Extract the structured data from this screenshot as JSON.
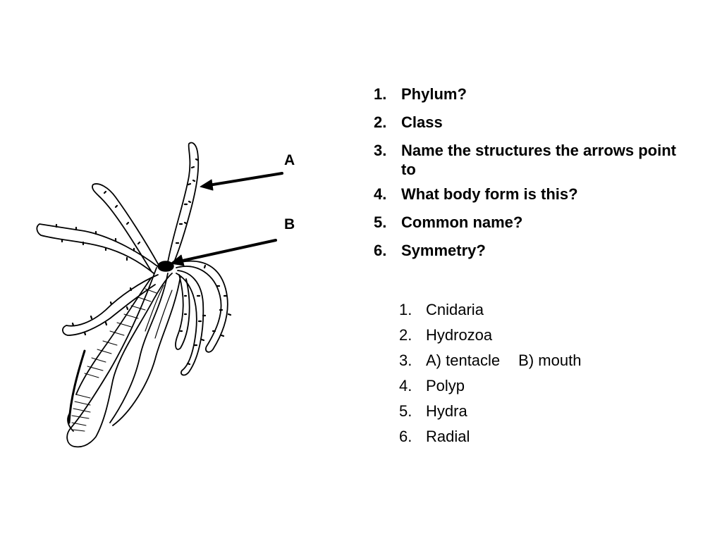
{
  "diagram": {
    "labels": {
      "a": "A",
      "b": "B"
    }
  },
  "questions": [
    {
      "num": "1.",
      "text": "Phylum?"
    },
    {
      "num": "2.",
      "text": "Class"
    },
    {
      "num": "3.",
      "text": "Name the structures the arrows point to"
    },
    {
      "num": "4.",
      "text": "What body form is this?"
    },
    {
      "num": "5.",
      "text": "Common name?"
    },
    {
      "num": "6.",
      "text": "Symmetry?"
    }
  ],
  "answers": [
    {
      "num": "1.",
      "text": "Cnidaria"
    },
    {
      "num": "2.",
      "text": "Hydrozoa"
    },
    {
      "num": "3.",
      "text": "A) tentacle",
      "text2": "B) mouth"
    },
    {
      "num": "4.",
      "text": "Polyp"
    },
    {
      "num": "5.",
      "text": "Hydra"
    },
    {
      "num": "6.",
      "text": "Radial"
    }
  ]
}
